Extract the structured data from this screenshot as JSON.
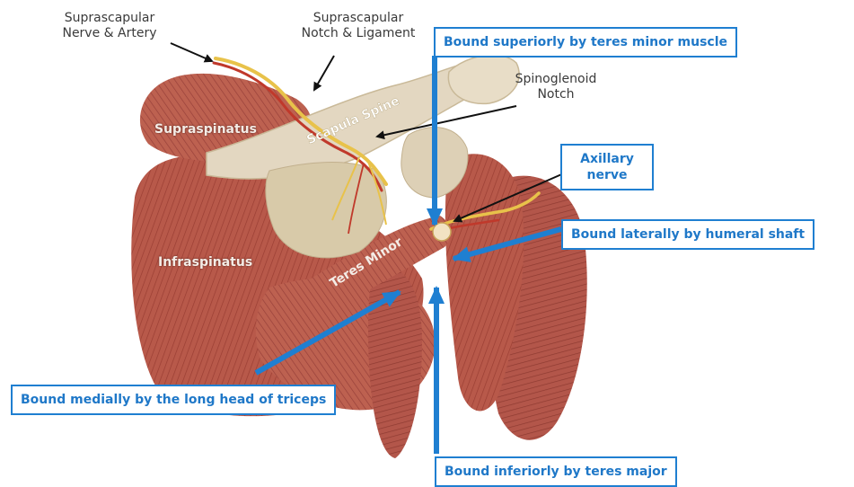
{
  "labels": {
    "suprascapular_nerve_artery": "Suprascapular\nNerve & Artery",
    "suprascapular_notch_ligament": "Suprascapular\nNotch & Ligament",
    "spinoglenoid_notch": "Spinoglenoid\nNotch",
    "supraspinatus": "Supraspinatus",
    "infraspinatus": "Infraspinatus",
    "scapula_spine": "Scapula Spine",
    "teres_minor": "Teres Minor"
  },
  "boxes": {
    "superior": "Bound superiorly by teres minor muscle",
    "axillary": "Axillary\nnerve",
    "lateral": "Bound laterally by humeral shaft",
    "medial": "Bound medially by the long head of triceps",
    "inferior": "Bound inferiorly by teres major"
  },
  "colors": {
    "box_border": "#1f7fd1",
    "box_text": "#1f78c8",
    "arrow_blue": "#1f7fd1",
    "muscle": "#b85a4a",
    "bone": "#e3d7c1",
    "nerve": "#e8c24a",
    "artery": "#c0392b"
  }
}
